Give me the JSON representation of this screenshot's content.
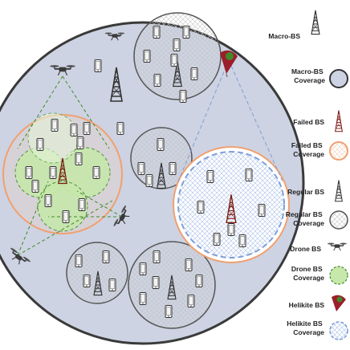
{
  "legend": {
    "macro_bs": "Macro-BS",
    "macro_bs_coverage": [
      "Macro-BS",
      "Coverage"
    ],
    "failed_bs": "Failed BS",
    "failed_bs_coverage": [
      "Failed BS",
      "Coverage"
    ],
    "regular_bs": "Regular BS",
    "regular_bs_coverage": [
      "Regular BS",
      "Coverage"
    ],
    "drone_bs": "Drone BS",
    "drone_bs_coverage": [
      "Drone BS",
      "Coverage"
    ],
    "helikite_bs": "Helikite BS",
    "helikite_bs_coverage": [
      "Helikite BS",
      "Coverage"
    ]
  },
  "colors": {
    "macro_fill": "#cdd3e2",
    "macro_stroke": "#3a3a3a",
    "regular_fill": "#ececec",
    "regular_stroke": "#555555",
    "failed_stroke": "#f0a070",
    "failed_tower": "#7a1a12",
    "drone_fill": "#bfe5a0",
    "drone_stroke": "#3f8a2a",
    "helikite_fill": "#dde7f6",
    "helikite_stroke": "#7f9fd8",
    "tower": "#333333"
  },
  "icons": {
    "tower": "cell-tower-icon",
    "phone": "phone-icon",
    "drone": "drone-icon",
    "helikite": "helikite-icon"
  }
}
